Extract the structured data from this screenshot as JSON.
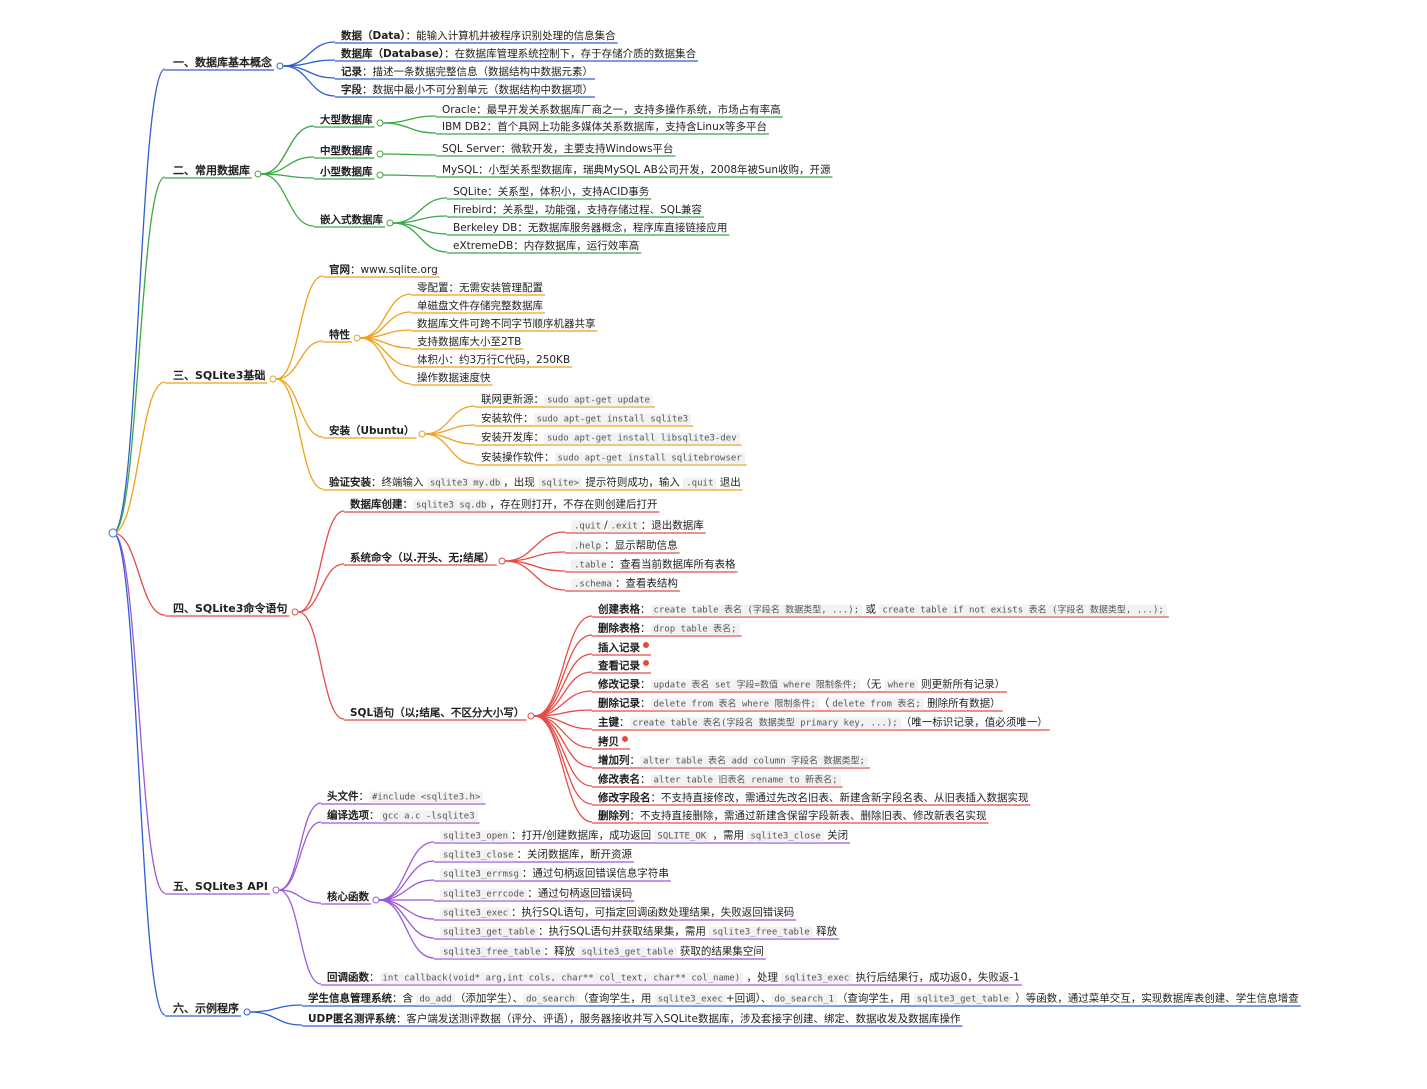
{
  "colors": {
    "b1": "#2f5fd1",
    "b2": "#3aa845",
    "b3": "#f0a01a",
    "b4": "#e84b45",
    "b5": "#9b59d6",
    "b6": "#2f5fd1"
  },
  "branches": [
    {
      "id": "b1",
      "label": "一、数据库基本概念",
      "children": [
        {
          "parts": [
            [
              "b",
              "数据（Data）"
            ],
            [
              "t",
              "：能输入计算机并被程序识别处理的信息集合"
            ]
          ]
        },
        {
          "parts": [
            [
              "b",
              "数据库（Database）"
            ],
            [
              "t",
              "：在数据库管理系统控制下，存于存储介质的数据集合"
            ]
          ]
        },
        {
          "parts": [
            [
              "b",
              "记录"
            ],
            [
              "t",
              "：描述一条数据完整信息（数据结构中数据元素）"
            ]
          ]
        },
        {
          "parts": [
            [
              "b",
              "字段"
            ],
            [
              "t",
              "：数据中最小不可分割单元（数据结构中数据项）"
            ]
          ]
        }
      ]
    },
    {
      "id": "b2",
      "label": "二、常用数据库",
      "children": [
        {
          "parts": [
            [
              "b",
              "大型数据库"
            ]
          ],
          "children": [
            {
              "parts": [
                [
                  "t",
                  "Oracle：最早开发关系数据库厂商之一，支持多操作系统，市场占有率高"
                ]
              ]
            },
            {
              "parts": [
                [
                  "t",
                  "IBM DB2：首个具网上功能多媒体关系数据库，支持含Linux等多平台"
                ]
              ]
            }
          ]
        },
        {
          "parts": [
            [
              "b",
              "中型数据库"
            ]
          ],
          "children": [
            {
              "parts": [
                [
                  "t",
                  "SQL Server：微软开发，主要支持Windows平台"
                ]
              ]
            }
          ]
        },
        {
          "parts": [
            [
              "b",
              "小型数据库"
            ]
          ],
          "children": [
            {
              "parts": [
                [
                  "t",
                  "MySQL：小型关系型数据库，瑞典MySQL AB公司开发，2008年被Sun收购，开源"
                ]
              ]
            }
          ]
        },
        {
          "parts": [
            [
              "b",
              "嵌入式数据库"
            ]
          ],
          "children": [
            {
              "parts": [
                [
                  "t",
                  "SQLite：关系型，体积小，支持ACID事务"
                ]
              ]
            },
            {
              "parts": [
                [
                  "t",
                  "Firebird：关系型，功能强，支持存储过程、SQL兼容"
                ]
              ]
            },
            {
              "parts": [
                [
                  "t",
                  "Berkeley DB：无数据库服务器概念，程序库直接链接应用"
                ]
              ]
            },
            {
              "parts": [
                [
                  "t",
                  "eXtremeDB：内存数据库，运行效率高"
                ]
              ]
            }
          ]
        }
      ]
    },
    {
      "id": "b3",
      "label": "三、SQLite3基础",
      "children": [
        {
          "parts": [
            [
              "b",
              "官网"
            ],
            [
              "t",
              "：www.sqlite.org"
            ]
          ]
        },
        {
          "parts": [
            [
              "b",
              "特性"
            ]
          ],
          "children": [
            {
              "parts": [
                [
                  "t",
                  "零配置：无需安装管理配置"
                ]
              ]
            },
            {
              "parts": [
                [
                  "t",
                  "单磁盘文件存储完整数据库"
                ]
              ]
            },
            {
              "parts": [
                [
                  "t",
                  "数据库文件可跨不同字节顺序机器共享"
                ]
              ]
            },
            {
              "parts": [
                [
                  "t",
                  "支持数据库大小至2TB"
                ]
              ]
            },
            {
              "parts": [
                [
                  "t",
                  "体积小：约3万行C代码，250KB"
                ]
              ]
            },
            {
              "parts": [
                [
                  "t",
                  "操作数据速度快"
                ]
              ]
            }
          ]
        },
        {
          "parts": [
            [
              "b",
              "安装（Ubuntu）"
            ]
          ],
          "children": [
            {
              "parts": [
                [
                  "t",
                  "联网更新源："
                ],
                [
                  "c",
                  "sudo apt-get update"
                ]
              ]
            },
            {
              "parts": [
                [
                  "t",
                  "安装软件："
                ],
                [
                  "c",
                  "sudo apt-get install sqlite3"
                ]
              ]
            },
            {
              "parts": [
                [
                  "t",
                  "安装开发库："
                ],
                [
                  "c",
                  "sudo apt-get install libsqlite3-dev"
                ]
              ]
            },
            {
              "parts": [
                [
                  "t",
                  "安装操作软件："
                ],
                [
                  "c",
                  "sudo apt-get install sqlitebrowser"
                ]
              ]
            }
          ]
        },
        {
          "parts": [
            [
              "b",
              "验证安装"
            ],
            [
              "t",
              "：终端输入 "
            ],
            [
              "c",
              "sqlite3 my.db"
            ],
            [
              "t",
              "，出现 "
            ],
            [
              "c",
              "sqlite>"
            ],
            [
              "t",
              " 提示符则成功，输入 "
            ],
            [
              "c",
              ".quit"
            ],
            [
              "t",
              " 退出"
            ]
          ]
        }
      ]
    },
    {
      "id": "b4",
      "label": "四、SQLite3命令语句",
      "children": [
        {
          "parts": [
            [
              "b",
              "数据库创建"
            ],
            [
              "t",
              "："
            ],
            [
              "c",
              "sqlite3 sq.db"
            ],
            [
              "t",
              "，存在则打开，不存在则创建后打开"
            ]
          ]
        },
        {
          "parts": [
            [
              "b",
              "系统命令（以.开头、无;结尾）"
            ]
          ],
          "children": [
            {
              "parts": [
                [
                  "c",
                  ".quit"
                ],
                [
                  "t",
                  "/"
                ],
                [
                  "c",
                  ".exit"
                ],
                [
                  "t",
                  "：退出数据库"
                ]
              ]
            },
            {
              "parts": [
                [
                  "c",
                  ".help"
                ],
                [
                  "t",
                  "：显示帮助信息"
                ]
              ]
            },
            {
              "parts": [
                [
                  "c",
                  ".table"
                ],
                [
                  "t",
                  "：查看当前数据库所有表格"
                ]
              ]
            },
            {
              "parts": [
                [
                  "c",
                  ".schema"
                ],
                [
                  "t",
                  "：查看表结构"
                ]
              ]
            }
          ]
        },
        {
          "parts": [
            [
              "b",
              "SQL语句（以;结尾、不区分大小写）"
            ]
          ],
          "children": [
            {
              "parts": [
                [
                  "b",
                  "创建表格"
                ],
                [
                  "t",
                  "："
                ],
                [
                  "c",
                  "create table 表名 (字段名 数据类型, ...);"
                ],
                [
                  "t",
                  " 或 "
                ],
                [
                  "c",
                  "create table if not exists 表名 (字段名 数据类型, ...);"
                ]
              ]
            },
            {
              "parts": [
                [
                  "b",
                  "删除表格"
                ],
                [
                  "t",
                  "："
                ],
                [
                  "c",
                  "drop table 表名;"
                ]
              ]
            },
            {
              "parts": [
                [
                  "b",
                  "插入记录"
                ],
                [
                  "d",
                  ""
                ]
              ]
            },
            {
              "parts": [
                [
                  "b",
                  "查看记录"
                ],
                [
                  "d",
                  ""
                ]
              ]
            },
            {
              "parts": [
                [
                  "b",
                  "修改记录"
                ],
                [
                  "t",
                  "："
                ],
                [
                  "c",
                  "update 表名 set 字段=数值 where 限制条件;"
                ],
                [
                  "t",
                  "（无 "
                ],
                [
                  "c",
                  "where"
                ],
                [
                  "t",
                  " 则更新所有记录）"
                ]
              ]
            },
            {
              "parts": [
                [
                  "b",
                  "删除记录"
                ],
                [
                  "t",
                  "："
                ],
                [
                  "c",
                  "delete from 表名 where 限制条件;"
                ],
                [
                  "t",
                  "（"
                ],
                [
                  "c",
                  "delete from 表名;"
                ],
                [
                  "t",
                  " 删除所有数据）"
                ]
              ]
            },
            {
              "parts": [
                [
                  "b",
                  "主键"
                ],
                [
                  "t",
                  "："
                ],
                [
                  "c",
                  "create table 表名(字段名 数据类型 primary key, ...);"
                ],
                [
                  "t",
                  "（唯一标识记录，值必须唯一）"
                ]
              ]
            },
            {
              "parts": [
                [
                  "b",
                  "拷贝"
                ],
                [
                  "d",
                  ""
                ]
              ]
            },
            {
              "parts": [
                [
                  "b",
                  "增加列"
                ],
                [
                  "t",
                  "："
                ],
                [
                  "c",
                  "alter table 表名 add column 字段名 数据类型;"
                ]
              ]
            },
            {
              "parts": [
                [
                  "b",
                  "修改表名"
                ],
                [
                  "t",
                  "："
                ],
                [
                  "c",
                  "alter table 旧表名 rename to 新表名;"
                ]
              ]
            },
            {
              "parts": [
                [
                  "b",
                  "修改字段名"
                ],
                [
                  "t",
                  "：不支持直接修改，需通过先改名旧表、新建含新字段名表、从旧表插入数据实现"
                ]
              ]
            },
            {
              "parts": [
                [
                  "b",
                  "删除列"
                ],
                [
                  "t",
                  "：不支持直接删除，需通过新建含保留字段新表、删除旧表、修改新表名实现"
                ]
              ]
            }
          ]
        }
      ]
    },
    {
      "id": "b5",
      "label": "五、SQLite3 API",
      "children": [
        {
          "parts": [
            [
              "b",
              "头文件"
            ],
            [
              "t",
              "："
            ],
            [
              "c",
              "#include <sqlite3.h>"
            ]
          ]
        },
        {
          "parts": [
            [
              "b",
              "编译选项"
            ],
            [
              "t",
              "："
            ],
            [
              "c",
              "gcc a.c -lsqlite3"
            ]
          ]
        },
        {
          "parts": [
            [
              "b",
              "核心函数"
            ]
          ],
          "children": [
            {
              "parts": [
                [
                  "c",
                  "sqlite3_open"
                ],
                [
                  "t",
                  "：打开/创建数据库，成功返回 "
                ],
                [
                  "c",
                  "SQLITE_OK"
                ],
                [
                  "t",
                  " ，需用 "
                ],
                [
                  "c",
                  "sqlite3_close"
                ],
                [
                  "t",
                  " 关闭"
                ]
              ]
            },
            {
              "parts": [
                [
                  "c",
                  "sqlite3_close"
                ],
                [
                  "t",
                  "：关闭数据库，断开资源"
                ]
              ]
            },
            {
              "parts": [
                [
                  "c",
                  "sqlite3_errmsg"
                ],
                [
                  "t",
                  "：通过句柄返回错误信息字符串"
                ]
              ]
            },
            {
              "parts": [
                [
                  "c",
                  "sqlite3_errcode"
                ],
                [
                  "t",
                  "：通过句柄返回错误码"
                ]
              ]
            },
            {
              "parts": [
                [
                  "c",
                  "sqlite3_exec"
                ],
                [
                  "t",
                  "：执行SQL语句，可指定回调函数处理结果，失败返回错误码"
                ]
              ]
            },
            {
              "parts": [
                [
                  "c",
                  "sqlite3_get_table"
                ],
                [
                  "t",
                  "：执行SQL语句并获取结果集，需用 "
                ],
                [
                  "c",
                  "sqlite3_free_table"
                ],
                [
                  "t",
                  " 释放"
                ]
              ]
            },
            {
              "parts": [
                [
                  "c",
                  "sqlite3_free_table"
                ],
                [
                  "t",
                  "：释放 "
                ],
                [
                  "c",
                  "sqlite3_get_table"
                ],
                [
                  "t",
                  " 获取的结果集空间"
                ]
              ]
            }
          ]
        },
        {
          "parts": [
            [
              "b",
              "回调函数"
            ],
            [
              "t",
              "："
            ],
            [
              "c",
              "int callback(void* arg,int cols, char** col_text, char** col_name)"
            ],
            [
              "t",
              " ，处理 "
            ],
            [
              "c",
              "sqlite3_exec"
            ],
            [
              "t",
              " 执行后结果行，成功返0，失败返-1"
            ]
          ]
        }
      ]
    },
    {
      "id": "b6",
      "label": "六、示例程序",
      "children": [
        {
          "parts": [
            [
              "b",
              "学生信息管理系统"
            ],
            [
              "t",
              "：含 "
            ],
            [
              "c",
              "do_add"
            ],
            [
              "t",
              "（添加学生）、"
            ],
            [
              "c",
              "do_search"
            ],
            [
              "t",
              "（查询学生，用 "
            ],
            [
              "c",
              "sqlite3_exec"
            ],
            [
              "t",
              "+回调）、"
            ],
            [
              "c",
              "do_search_1"
            ],
            [
              "t",
              "（查询学生，用 "
            ],
            [
              "c",
              "sqlite3_get_table"
            ],
            [
              "t",
              " ）等函数，通过菜单交互，实现数据库表创建、学生信息增查"
            ]
          ]
        },
        {
          "parts": [
            [
              "b",
              "UDP匿名测评系统"
            ],
            [
              "t",
              "：客户端发送测评数据（评分、评语），服务器接收并写入SQLite数据库，涉及套接字创建、绑定、数据收发及数据库操作"
            ]
          ]
        }
      ]
    }
  ]
}
